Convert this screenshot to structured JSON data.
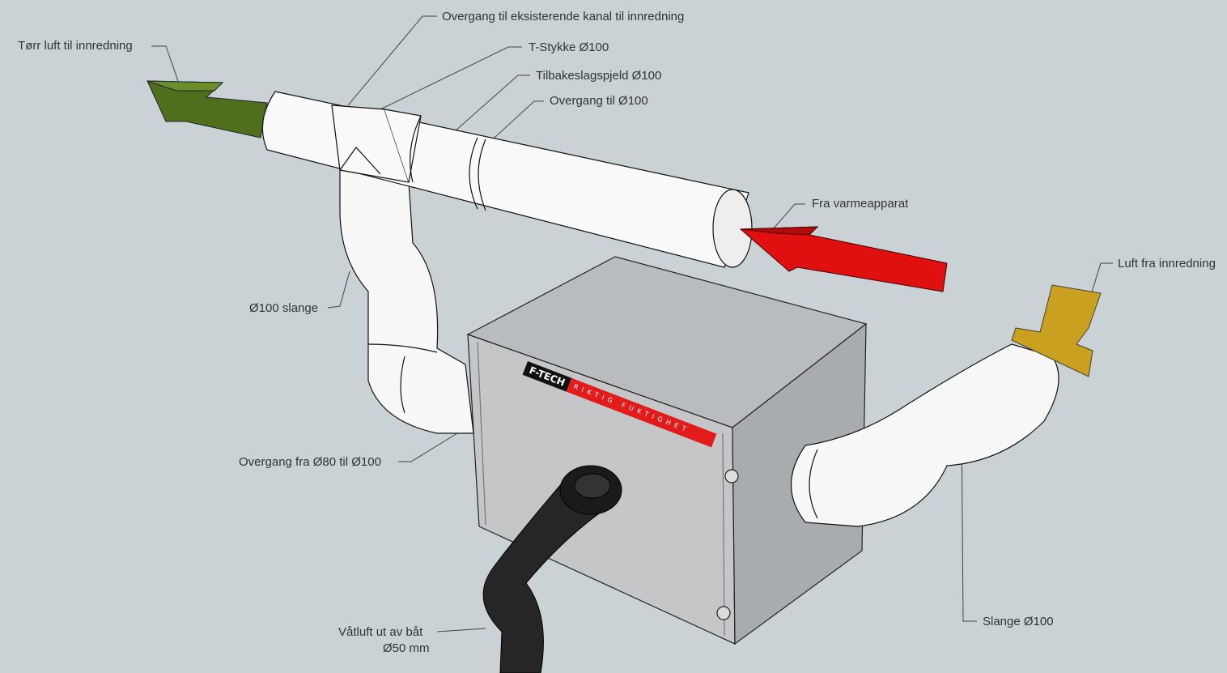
{
  "labels": {
    "dry_air": "Tørr luft til innredning",
    "transition_existing": "Overgang til eksisterende kanal til innredning",
    "t_piece": "T-Stykke Ø100",
    "check_valve": "Tilbakeslagspjeld Ø100",
    "transition_100": "Overgang til Ø100",
    "from_heater": "Fra varmeapparat",
    "air_from_interior": "Luft fra innredning",
    "hose_100_left": "Ø100 slange",
    "transition_80_100": "Overgang fra Ø80 til Ø100",
    "wet_air_line1": "Våtluft ut av båt",
    "wet_air_line2": "Ø50 mm",
    "hose_100_right": "Slange Ø100"
  },
  "logo": {
    "brand": "F-TECH",
    "tagline": "RIKTIG FUKTIGHET"
  },
  "colors": {
    "background": "#cbd2d5",
    "dry_arrow": "#557a1e",
    "heat_arrow": "#e01010",
    "return_arrow": "#c9a020",
    "logo_red": "#e31b1b"
  }
}
